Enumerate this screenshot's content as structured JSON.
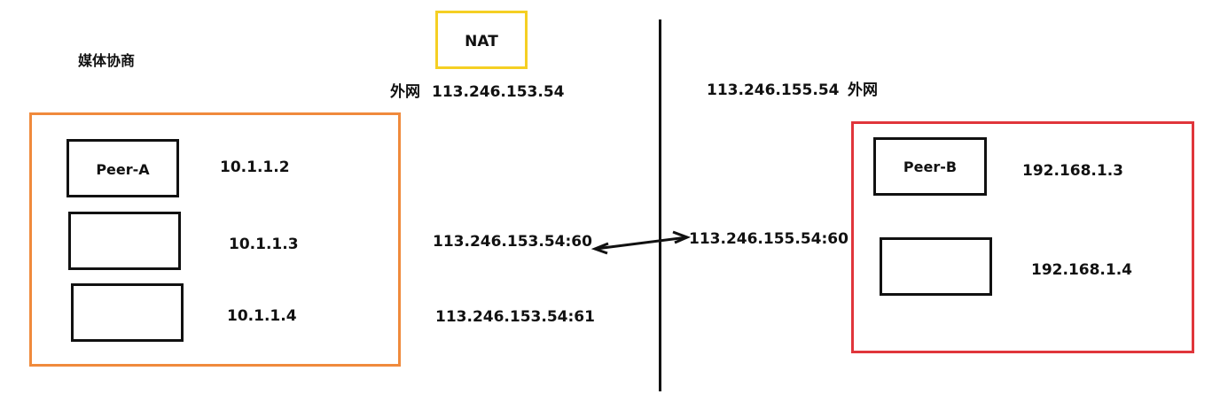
{
  "title": "媒体协商",
  "nat": {
    "label": "NAT"
  },
  "side_a": {
    "public_label": "外网",
    "public_ip": "113.246.153.54",
    "peers": [
      {
        "name": "Peer-A",
        "ip": "10.1.1.2"
      },
      {
        "name": "",
        "ip": "10.1.1.3"
      },
      {
        "name": "",
        "ip": "10.1.1.4"
      }
    ],
    "mappings": [
      "113.246.153.54:60",
      "113.246.153.54:61"
    ]
  },
  "side_b": {
    "public_label": "外网",
    "public_ip": "113.246.155.54",
    "peers": [
      {
        "name": "Peer-B",
        "ip": "192.168.1.3"
      },
      {
        "name": "",
        "ip": "192.168.1.4"
      }
    ],
    "mappings": [
      "113.246.155.54:60"
    ]
  },
  "colors": {
    "nat_border": "#f5cf23",
    "lan_a_border": "#f08a3c",
    "lan_b_border": "#e0353b",
    "line": "#111111"
  }
}
